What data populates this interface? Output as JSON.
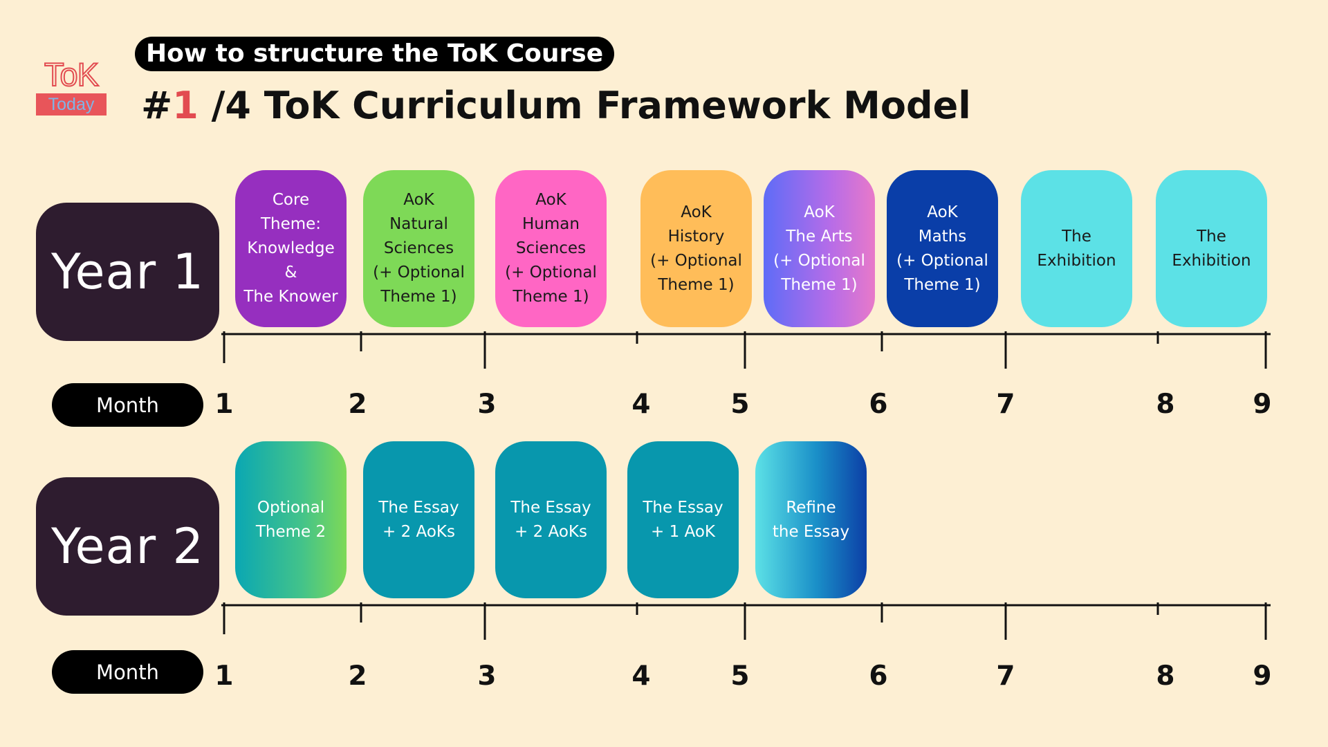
{
  "logo": {
    "top_text": "ToK",
    "bottom_text": "Today"
  },
  "header": {
    "kicker": "How to structure the ToK Course",
    "title_prefix": "#",
    "title_number": "1",
    "title_rest": " /4 ToK Curriculum Framework Model"
  },
  "years": [
    {
      "label": "Year 1",
      "month_label": "Month",
      "months": [
        "1",
        "2",
        "3",
        "4",
        "5",
        "6",
        "7",
        "8",
        "9"
      ],
      "cards": [
        {
          "text": "Core\nTheme:\nKnowledge\n&\nThe Knower",
          "style": "purple"
        },
        {
          "text": "AoK\nNatural\nSciences\n(+ Optional\nTheme 1)",
          "style": "green"
        },
        {
          "text": "AoK\nHuman\nSciences\n(+ Optional\nTheme 1)",
          "style": "pink"
        },
        {
          "text": "AoK\nHistory\n(+ Optional\nTheme 1)",
          "style": "orange"
        },
        {
          "text": "AoK\nThe Arts\n(+ Optional\nTheme 1)",
          "style": "grad-arts"
        },
        {
          "text": "AoK\nMaths\n(+ Optional\nTheme 1)",
          "style": "navy"
        },
        {
          "text": "The\nExhibition",
          "style": "cyan"
        },
        {
          "text": "The\nExhibition",
          "style": "cyan"
        }
      ]
    },
    {
      "label": "Year 2",
      "month_label": "Month",
      "months": [
        "1",
        "2",
        "3",
        "4",
        "5",
        "6",
        "7",
        "8",
        "9"
      ],
      "cards": [
        {
          "text": "Optional\nTheme 2",
          "style": "grad-green"
        },
        {
          "text": "The Essay\n+ 2 AoKs",
          "style": "teal"
        },
        {
          "text": "The Essay\n+ 2 AoKs",
          "style": "teal"
        },
        {
          "text": "The Essay\n+ 1 AoK",
          "style": "teal"
        },
        {
          "text": "Refine\nthe Essay",
          "style": "grad-blue"
        }
      ]
    }
  ],
  "colors": {
    "background": "#fdefd3",
    "dark_box": "#2e1c2f",
    "accent_red": "#e24b50"
  }
}
